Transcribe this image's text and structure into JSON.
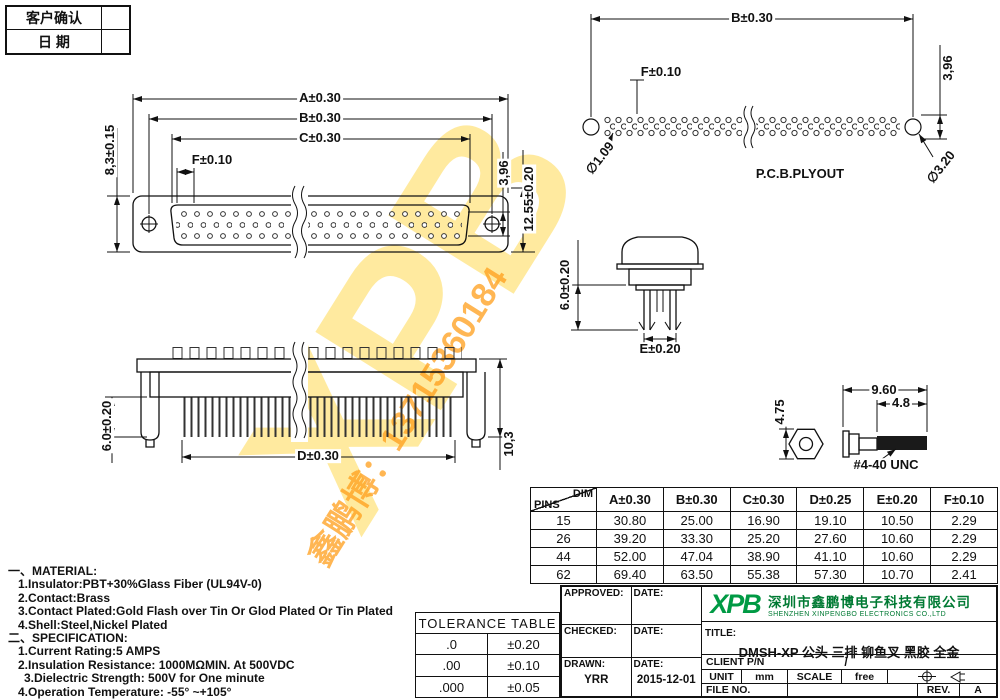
{
  "confirm_box": {
    "row1": "客户确认",
    "row2": "日 期"
  },
  "views": {
    "front": {
      "a": "A±0.30",
      "b": "B±0.30",
      "c": "C±0.30",
      "f": "F±0.10",
      "shell_height": "8,3±0.15",
      "row_pitch": "3,96",
      "total_height": "12.55±0.20"
    },
    "pcb": {
      "b": "B±0.30",
      "f": "F±0.10",
      "row_pitch": "3,96",
      "hole_small": "∅1.09",
      "hole_big": "∅3.20",
      "caption": "P.C.B.PLYOUT"
    },
    "side": {
      "e": "E±0.20",
      "leg": "6.0±0.20"
    },
    "rear": {
      "d": "D±0.30",
      "leg": "6.0±0.20",
      "height": "10,3"
    },
    "screw": {
      "length": "9.60",
      "thread_length": "4.8",
      "hex": "4.75",
      "thread": "#4-40 UNC"
    }
  },
  "dim_table": {
    "corner": {
      "top": "DIM",
      "bottom": "PINS"
    },
    "headers": [
      "A±0.30",
      "B±0.30",
      "C±0.30",
      "D±0.25",
      "E±0.20",
      "F±0.10"
    ],
    "rows": [
      {
        "pins": "15",
        "values": [
          "30.80",
          "25.00",
          "16.90",
          "19.10",
          "10.50",
          "2.29"
        ]
      },
      {
        "pins": "26",
        "values": [
          "39.20",
          "33.30",
          "25.20",
          "27.60",
          "10.60",
          "2.29"
        ]
      },
      {
        "pins": "44",
        "values": [
          "52.00",
          "47.04",
          "38.90",
          "41.10",
          "10.60",
          "2.29"
        ]
      },
      {
        "pins": "62",
        "values": [
          "69.40",
          "63.50",
          "55.38",
          "57.30",
          "10.70",
          "2.41"
        ]
      }
    ]
  },
  "notes": {
    "material_heading": "一、MATERIAL:",
    "material_items": [
      "1.Insulator:PBT+30%Glass Fiber (UL94V-0)",
      "2.Contact:Brass",
      "3.Contact Plated:Gold Flash over Tin Or Glod Plated Or Tin Plated",
      "4.Shell:Steel,Nickel Plated"
    ],
    "spec_heading": "二、SPECIFICATION:",
    "spec_items": [
      "1.Current Rating:5 AMPS",
      "2.Insulation Resistance: 1000MΩMIN. At 500VDC",
      "3.Dielectric Strength: 500V for One minute",
      "4.Operation Temperature: -55° ~+105°"
    ]
  },
  "tolerance_table": {
    "title": "TOLERANCE TABLE",
    "rows": [
      {
        "digits": ".0",
        "tol": "±0.20"
      },
      {
        "digits": ".00",
        "tol": "±0.10"
      },
      {
        "digits": ".000",
        "tol": "±0.05"
      }
    ]
  },
  "title_block": {
    "approved_label": "APPROVED:",
    "checked_label": "CHECKED:",
    "drawn_label": "DRAWN:",
    "date_label": "DATE:",
    "drawn_name": "YRR",
    "drawn_date": "2015-12-01",
    "logo": "XPB",
    "company_cn": "深圳市鑫鹏博电子科技有限公司",
    "company_en": "SHENZHEN XINPENGBO ELECTRONICS CO.,LTD",
    "title_label": "TITLE:",
    "title_value": "DMSH-XP 公头 三排 铆鱼叉 黑胶 全金",
    "client_label": "CLIENT P/N",
    "client_value": "/",
    "unit_label": "UNIT",
    "unit_value": "mm",
    "scale_label": "SCALE",
    "scale_value": "free",
    "file_label": "FILE NO.",
    "rev_label": "REV.",
    "rev_value": "A"
  },
  "watermark": {
    "logo": "XPB",
    "contact": "鑫鹏博：13715360184"
  },
  "colors": {
    "logo_green": "#009a44",
    "company_green": "#007a33",
    "watermark_yellow": "#ffd540",
    "watermark_orange": "#ff9e1a",
    "line": "#111111"
  }
}
